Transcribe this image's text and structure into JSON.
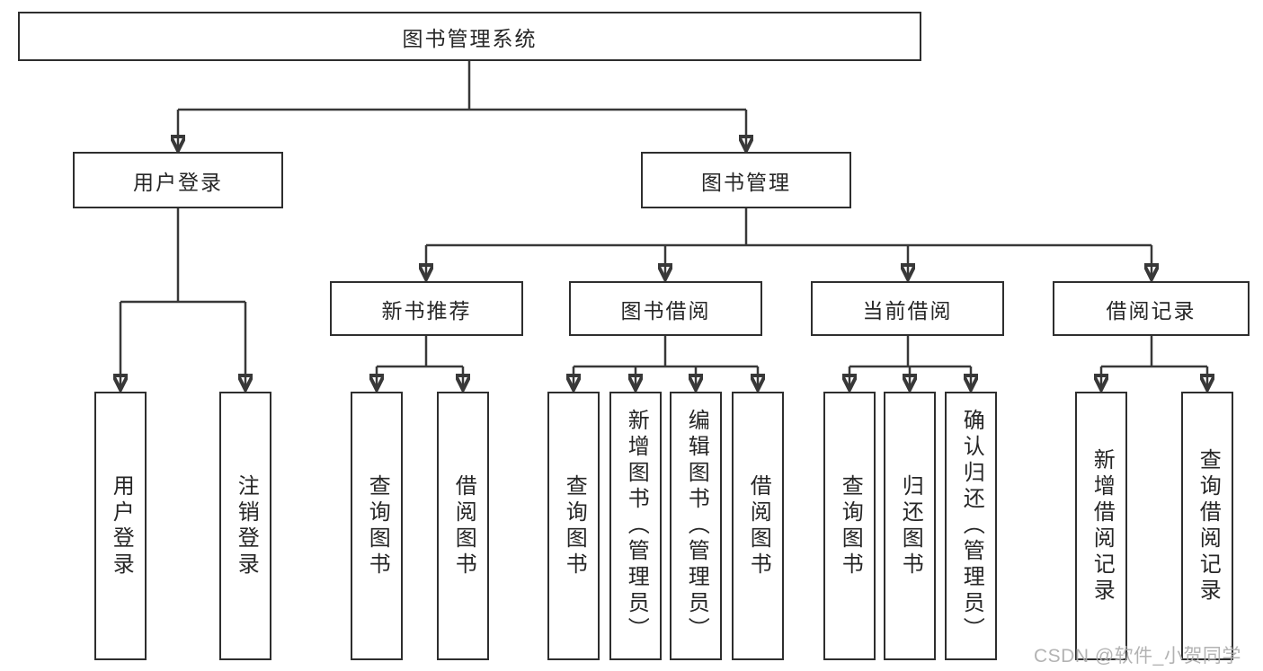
{
  "colors": {
    "line": "#383838",
    "box_border": "#2e2e2e",
    "text": "#262626",
    "watermark": "#acacac",
    "background": "#ffffff"
  },
  "tree": {
    "root": {
      "label": "图书管理系统"
    },
    "level2": [
      {
        "label": "用户登录",
        "children": [
          {
            "label": "用户登录"
          },
          {
            "label": "注销登录"
          }
        ]
      },
      {
        "label": "图书管理",
        "children": [
          {
            "label": "新书推荐",
            "children": [
              {
                "label": "查询图书"
              },
              {
                "label": "借阅图书"
              }
            ]
          },
          {
            "label": "图书借阅",
            "children": [
              {
                "label": "查询图书"
              },
              {
                "label": "新增图书（管理员）"
              },
              {
                "label": "编辑图书（管理员）"
              },
              {
                "label": "借阅图书"
              }
            ]
          },
          {
            "label": "当前借阅",
            "children": [
              {
                "label": "查询图书"
              },
              {
                "label": "归还图书"
              },
              {
                "label": "确认归还（管理员）"
              }
            ]
          },
          {
            "label": "借阅记录",
            "children": [
              {
                "label": "新增借阅记录"
              },
              {
                "label": "查询借阅记录"
              }
            ]
          }
        ]
      }
    ]
  },
  "watermark": {
    "text": "CSDN @软件_小贺同学"
  }
}
